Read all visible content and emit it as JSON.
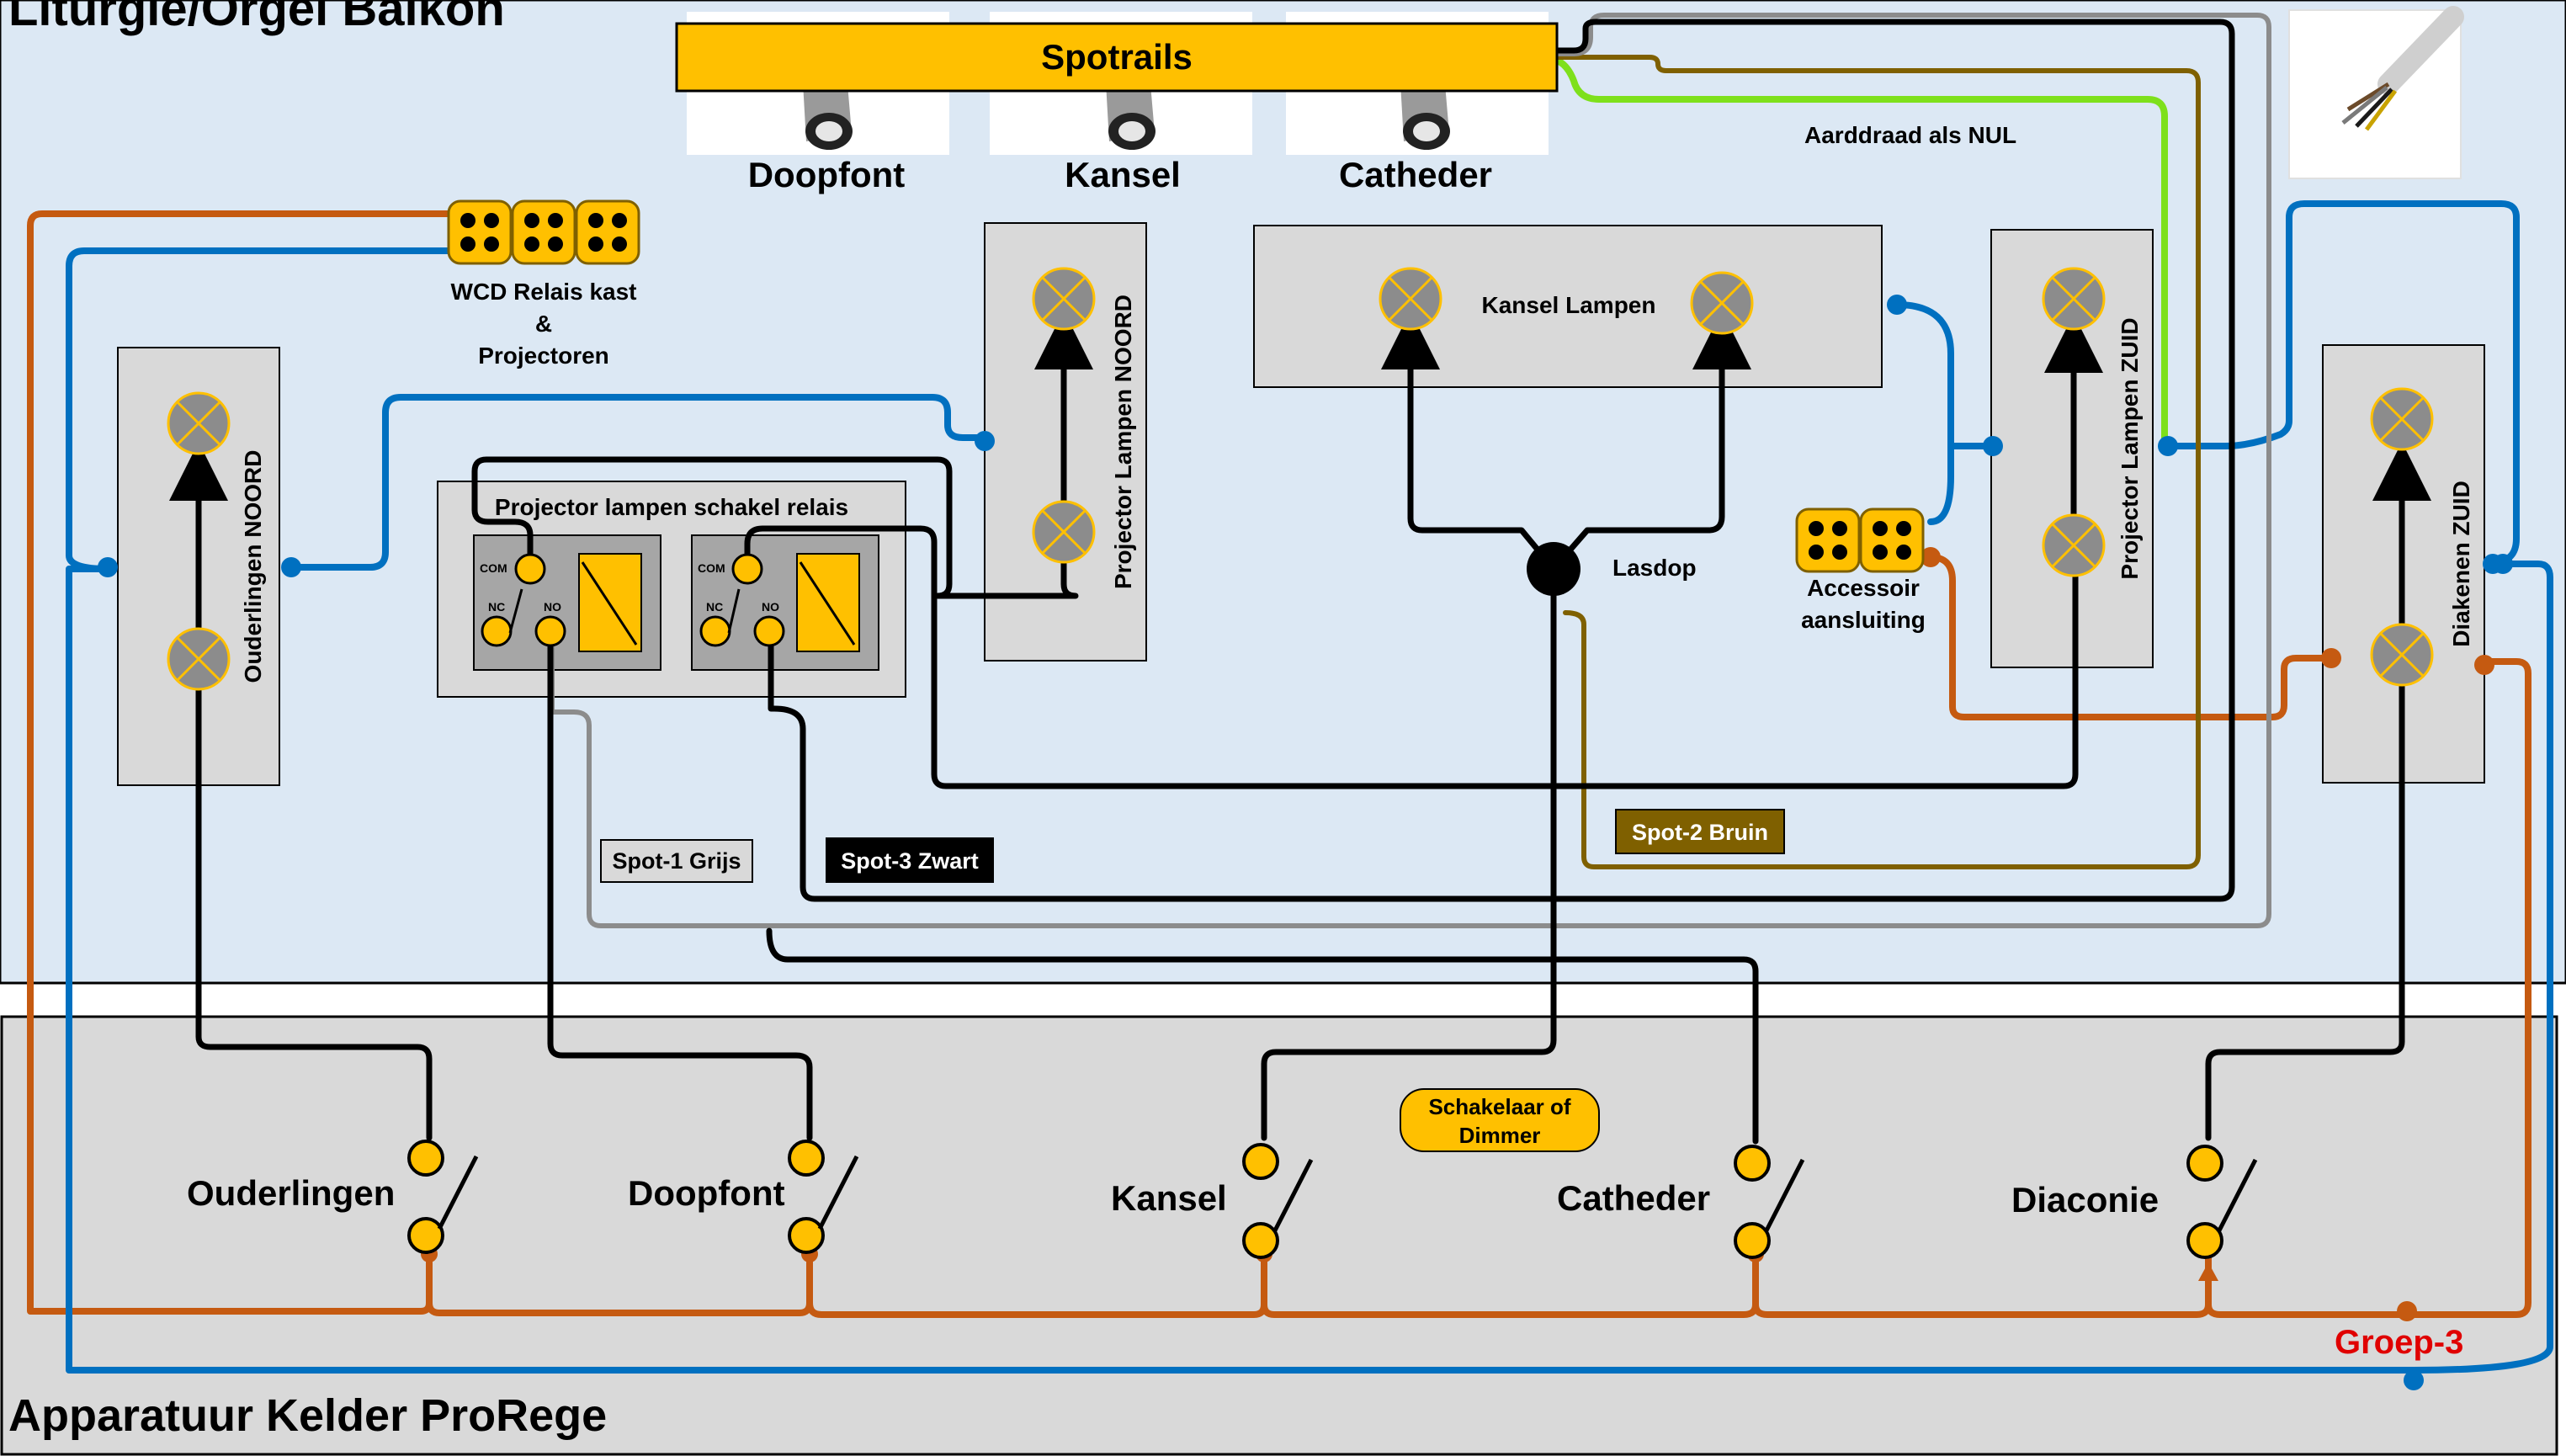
{
  "titles": {
    "top": "Liturgie/Orgel Balkon",
    "bottom": "Apparatuur Kelder ProRege"
  },
  "spotrails": {
    "label": "Spotrails",
    "spots": [
      "Doopfont",
      "Kansel",
      "Catheder"
    ]
  },
  "labels": {
    "wcd_line1": "WCD Relais kast",
    "wcd_line2": "&",
    "wcd_line3": "Projectoren",
    "aarddraad": "Aarddraad als NUL",
    "ouderlingen_noord": "Ouderlingen NOORD",
    "projector_noord": "Projector Lampen NOORD",
    "projector_zuid": "Projector Lampen ZUID",
    "diakenen_zuid": "Diakenen ZUID",
    "kansel_lampen": "Kansel Lampen",
    "lasdop": "Lasdop",
    "relais_title": "Projector lampen schakel relais",
    "com": "COM",
    "nc": "NC",
    "no": "NO",
    "accessoir_line1": "Accessoir",
    "accessoir_line2": "aansluiting",
    "spot1": "Spot-1 Grijs",
    "spot2": "Spot-2 Bruin",
    "spot3": "Spot-3 Zwart",
    "dimmer_line1": "Schakelaar of",
    "dimmer_line2": "Dimmer",
    "groep": "Groep-3"
  },
  "switches": [
    "Ouderlingen",
    "Doopfont",
    "Kansel",
    "Catheder",
    "Diaconie"
  ],
  "colors": {
    "balcony_bg": "#dce8f4",
    "cellar_bg": "#d9d9d9",
    "box_fill": "#d9d9d9",
    "gold": "#ffc000",
    "orange_wire": "#c55a11",
    "blue_wire": "#0070c0",
    "green_wire": "#7ee01b",
    "brown_wire": "#7f6000",
    "grey_wire": "#8c8c8c",
    "black_wire": "#000000",
    "groep_red": "#e00000"
  }
}
